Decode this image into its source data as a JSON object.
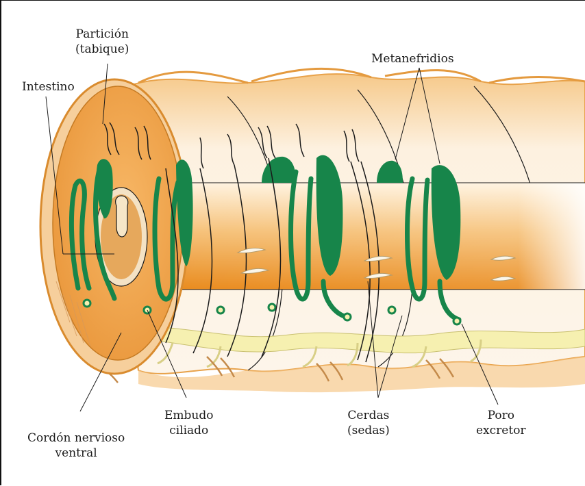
{
  "diagram": {
    "labels": {
      "particion": [
        "Partición",
        "(tabique)"
      ],
      "intestino": [
        "Intestino"
      ],
      "metanefridios": [
        "Metanefridios"
      ],
      "embudo": [
        "Embudo",
        "ciliado"
      ],
      "cordon": [
        "Cordón nervioso",
        "ventral"
      ],
      "cerdas": [
        "Cerdas",
        "(sedas)"
      ],
      "poro": [
        "Poro",
        "excretor"
      ]
    }
  },
  "colors": {
    "body_tan": "#f7d9a8",
    "body_edge": "#e8a24a",
    "intestine": "#f2a23a",
    "nephridia": "#17854a",
    "nerve": "#f5f0b0",
    "line": "#1a1a1a"
  }
}
